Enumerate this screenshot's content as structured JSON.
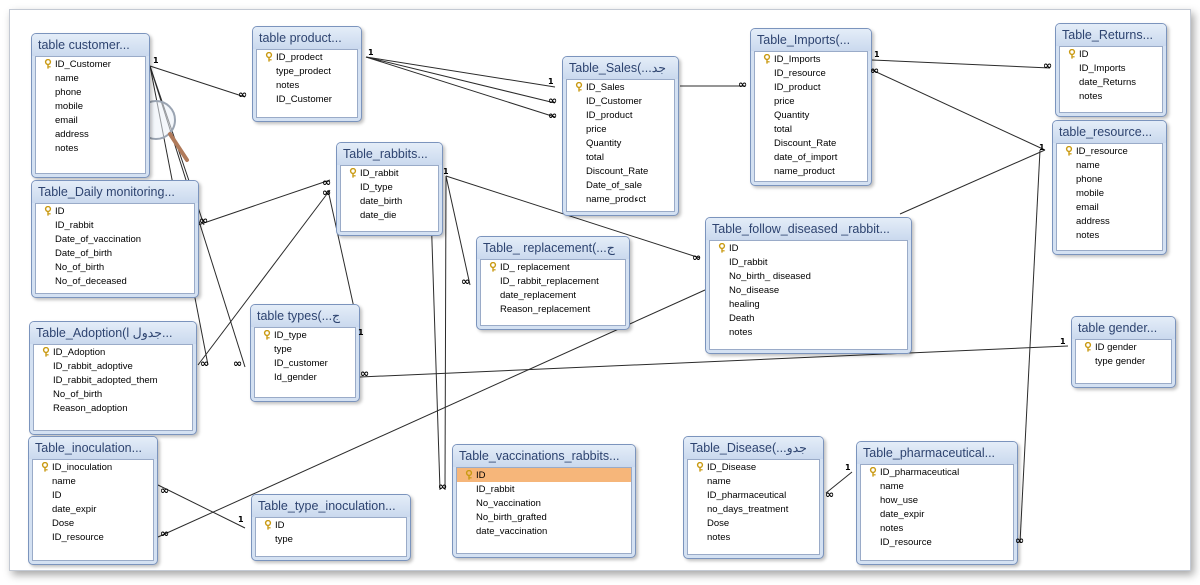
{
  "tables": [
    {
      "title": "table customer...",
      "fields": [
        {
          "name": "ID_Customer",
          "pk": true
        },
        {
          "name": "name"
        },
        {
          "name": "phone"
        },
        {
          "name": "mobile"
        },
        {
          "name": "email"
        },
        {
          "name": "address"
        },
        {
          "name": "notes"
        }
      ]
    },
    {
      "title": "table product...",
      "fields": [
        {
          "name": "ID_prodect",
          "pk": true
        },
        {
          "name": "type_prodect"
        },
        {
          "name": "notes"
        },
        {
          "name": "ID_Customer"
        }
      ]
    },
    {
      "title": "Table_Sales(...جد",
      "fields": [
        {
          "name": "ID_Sales",
          "pk": true
        },
        {
          "name": "ID_Customer"
        },
        {
          "name": "ID_product"
        },
        {
          "name": "price"
        },
        {
          "name": "Quantity"
        },
        {
          "name": "total"
        },
        {
          "name": "Discount_Rate"
        },
        {
          "name": "Date_of_sale"
        },
        {
          "name": "name_prodءct"
        }
      ]
    },
    {
      "title": "Table_Imports(...",
      "fields": [
        {
          "name": "ID_Imports",
          "pk": true
        },
        {
          "name": "ID_resource"
        },
        {
          "name": "ID_product"
        },
        {
          "name": "price"
        },
        {
          "name": "Quantity"
        },
        {
          "name": "total"
        },
        {
          "name": "Discount_Rate"
        },
        {
          "name": "date_of_import"
        },
        {
          "name": "name_product"
        }
      ]
    },
    {
      "title": "Table_Returns...",
      "fields": [
        {
          "name": "ID",
          "pk": true
        },
        {
          "name": "ID_Imports"
        },
        {
          "name": "date_Returns"
        },
        {
          "name": "notes"
        }
      ]
    },
    {
      "title": "table_resource...",
      "fields": [
        {
          "name": "ID_resource",
          "pk": true
        },
        {
          "name": "name"
        },
        {
          "name": "phone"
        },
        {
          "name": "mobile"
        },
        {
          "name": "email"
        },
        {
          "name": "address"
        },
        {
          "name": "notes"
        }
      ]
    },
    {
      "title": "Table_Daily monitoring...",
      "fields": [
        {
          "name": "ID",
          "pk": true
        },
        {
          "name": "ID_rabbit"
        },
        {
          "name": "Date_of_vaccination"
        },
        {
          "name": "Date_of_birth"
        },
        {
          "name": "No_of_birth"
        },
        {
          "name": "No_of_deceased"
        }
      ]
    },
    {
      "title": "Table_rabbits...",
      "fields": [
        {
          "name": "ID_rabbit",
          "pk": true
        },
        {
          "name": "ID_type"
        },
        {
          "name": "date_birth"
        },
        {
          "name": "date_die"
        }
      ]
    },
    {
      "title": "Table_ replacement(...ج",
      "fields": [
        {
          "name": "ID_ replacement",
          "pk": true
        },
        {
          "name": "ID_ rabbit_replacement"
        },
        {
          "name": "date_replacement"
        },
        {
          "name": "Reason_replacement"
        }
      ]
    },
    {
      "title": "Table_follow_diseased _rabbit...",
      "fields": [
        {
          "name": "ID",
          "pk": true
        },
        {
          "name": "ID_rabbit"
        },
        {
          "name": "No_birth_ diseased"
        },
        {
          "name": "No_disease"
        },
        {
          "name": "healing"
        },
        {
          "name": "Death"
        },
        {
          "name": "notes"
        }
      ]
    },
    {
      "title": "Table_Adoption(l جدول...",
      "fields": [
        {
          "name": "ID_Adoption",
          "pk": true
        },
        {
          "name": "ID_rabbit_adoptive"
        },
        {
          "name": "ID_rabbit_adopted_them"
        },
        {
          "name": "No_of_birth"
        },
        {
          "name": "Reason_adoption"
        }
      ]
    },
    {
      "title": "table types(...ج",
      "fields": [
        {
          "name": "ID_type",
          "pk": true
        },
        {
          "name": "type"
        },
        {
          "name": "ID_customer"
        },
        {
          "name": "Id_gender"
        }
      ]
    },
    {
      "title": "table gender...",
      "fields": [
        {
          "name": "ID gender",
          "pk": true
        },
        {
          "name": "type gender"
        }
      ]
    },
    {
      "title": "Table_inoculation...",
      "fields": [
        {
          "name": "ID_inoculation",
          "pk": true
        },
        {
          "name": "name"
        },
        {
          "name": "ID"
        },
        {
          "name": "date_expir"
        },
        {
          "name": "Dose"
        },
        {
          "name": "ID_resource"
        }
      ]
    },
    {
      "title": "Table_type_inoculation...",
      "fields": [
        {
          "name": "ID",
          "pk": true
        },
        {
          "name": "type"
        }
      ]
    },
    {
      "title": "Table_vaccinations_rabbits...",
      "fields": [
        {
          "name": "ID",
          "pk": true,
          "selected": true
        },
        {
          "name": "ID_rabbit"
        },
        {
          "name": "No_vaccination"
        },
        {
          "name": "No_birth_grafted"
        },
        {
          "name": "date_vaccination"
        }
      ]
    },
    {
      "title": "Table_Disease(...جدو",
      "fields": [
        {
          "name": "ID_Disease",
          "pk": true
        },
        {
          "name": "name"
        },
        {
          "name": "ID_pharmaceutical"
        },
        {
          "name": "no_days_treatment"
        },
        {
          "name": "Dose"
        },
        {
          "name": "notes"
        }
      ]
    },
    {
      "title": "Table_pharmaceutical...",
      "fields": [
        {
          "name": "ID_pharmaceutical",
          "pk": true
        },
        {
          "name": "name"
        },
        {
          "name": "how_use"
        },
        {
          "name": "date_expir"
        },
        {
          "name": "notes"
        },
        {
          "name": "ID_resource"
        }
      ]
    }
  ],
  "cardinality": {
    "one": "1",
    "many": "∞"
  },
  "colors": {
    "line": "#2b2b2b",
    "tableBorder": "#7b94bd",
    "titleText": "#2e4470",
    "key": "#e0b43a",
    "selected": "#f6b67a"
  },
  "icons": {
    "primary_key": "key-icon",
    "zoom_cursor": "magnifier-icon"
  }
}
